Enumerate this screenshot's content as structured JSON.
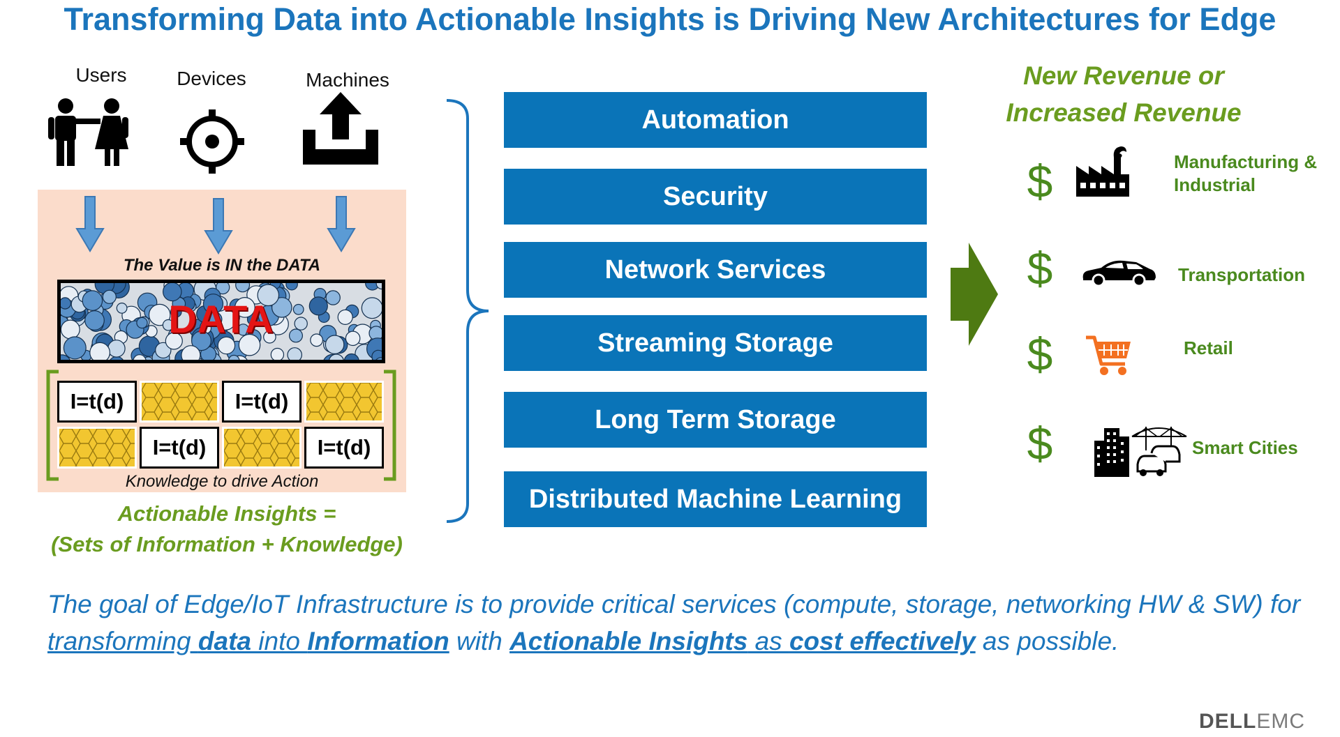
{
  "title": "Transforming Data into Actionable Insights is Driving New Architectures for Edge",
  "sources": [
    {
      "label": "Users",
      "icon": "users-icon"
    },
    {
      "label": "Devices",
      "icon": "device-gear-icon"
    },
    {
      "label": "Machines",
      "icon": "upload-icon"
    }
  ],
  "value_caption": "The Value is IN the DATA",
  "data_label": "DATA",
  "formula": "I=t(d)",
  "knowledge_caption": "Knowledge to drive Action",
  "actionable_line1": "Actionable Insights =",
  "actionable_line2": "(Sets of Information + Knowledge)",
  "services": [
    "Automation",
    "Security",
    "Network Services",
    "Streaming Storage",
    "Long Term Storage",
    "Distributed Machine Learning"
  ],
  "revenue_line1": "New Revenue or",
  "revenue_line2": "Increased Revenue",
  "currency_symbol": "$",
  "industries": [
    {
      "label_line1": "Manufacturing &",
      "label_line2": "Industrial",
      "icon": "factory-icon"
    },
    {
      "label_line1": "Transportation",
      "label_line2": "",
      "icon": "car-icon"
    },
    {
      "label_line1": "Retail",
      "label_line2": "",
      "icon": "shopping-cart-icon"
    },
    {
      "label_line1": "Smart Cities",
      "label_line2": "",
      "icon": "city-icon"
    }
  ],
  "goal": {
    "p1": "The goal of Edge/IoT Infrastructure is to provide critical services (compute, storage, networking HW & SW) for ",
    "u1": "transforming ",
    "u1b": "data",
    "u1c": " into ",
    "u1d": "Information",
    "p2": " with ",
    "u2a": "Actionable Insights",
    "u2b": " as ",
    "u2c": "cost effectively",
    "p3": " as possible."
  },
  "logo_strong": "DELL",
  "logo_light": "EMC",
  "colors": {
    "title_blue": "#1b75bc",
    "service_blue": "#0a74b8",
    "green": "#6a9c1f",
    "data_red": "#e41414",
    "panel_peach": "#fbdccb",
    "hex_yellow": "#f2c630"
  }
}
